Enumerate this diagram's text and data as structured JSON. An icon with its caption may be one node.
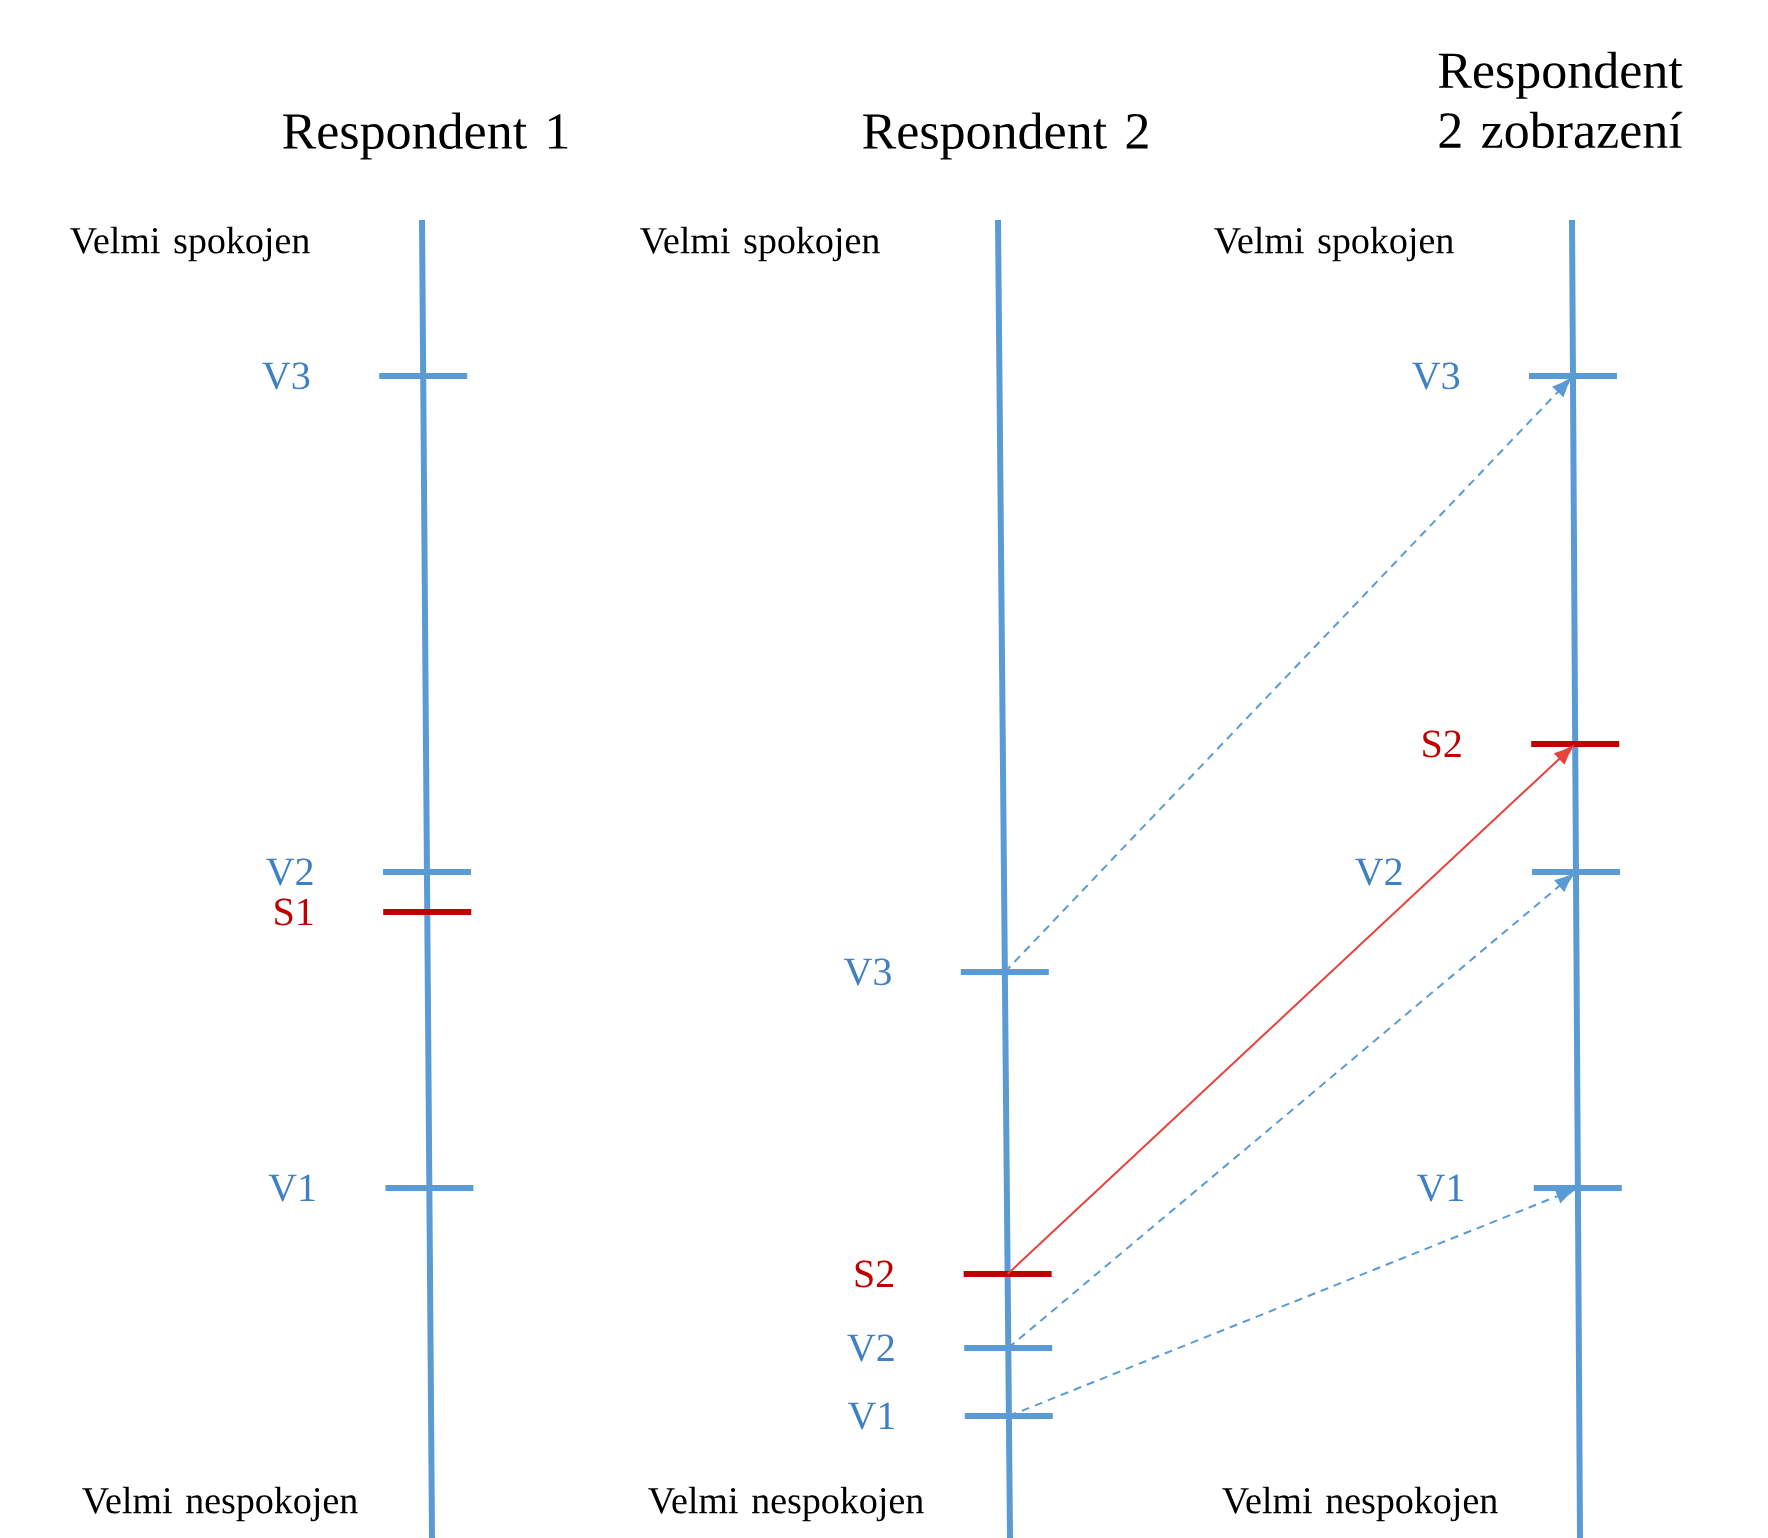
{
  "diagram": {
    "nodes": [
      {
        "text": [
          "V3"
        ]
      },
      {
        "text": [
          "V2"
        ]
      },
      {
        "text": [
          "S1"
        ]
      },
      {
        "text": [
          "V1"
        ]
      },
      {
        "text": [
          "V3"
        ]
      },
      {
        "text": [
          "S2"
        ]
      },
      {
        "text": [
          "V2"
        ]
      },
      {
        "text": [
          "V1"
        ]
      },
      {
        "text": [
          "V3"
        ]
      },
      {
        "text": [
          "S2"
        ]
      },
      {
        "text": [
          "V2"
        ]
      },
      {
        "text": [
          "V1"
        ]
      }
    ],
    "edges": [
      {
        "from": 4,
        "to": 8,
        "arrow": "to",
        "style": "dashed"
      },
      {
        "from": 5,
        "to": 9,
        "arrow": "to",
        "color": "#e8423c"
      },
      {
        "from": 6,
        "to": 10,
        "arrow": "to",
        "style": "dashed"
      },
      {
        "from": 7,
        "to": 11,
        "arrow": "to",
        "style": "dashed"
      }
    ],
    "labels": [
      "Respondent 1",
      "Respondent 2",
      "Respondent 2 zobrazení",
      "Velmi spokojen",
      "Velmi spokojen",
      "Velmi spokojen",
      "Velmi nespokojen",
      "Velmi nespokojen",
      "Velmi nespokojen"
    ]
  }
}
